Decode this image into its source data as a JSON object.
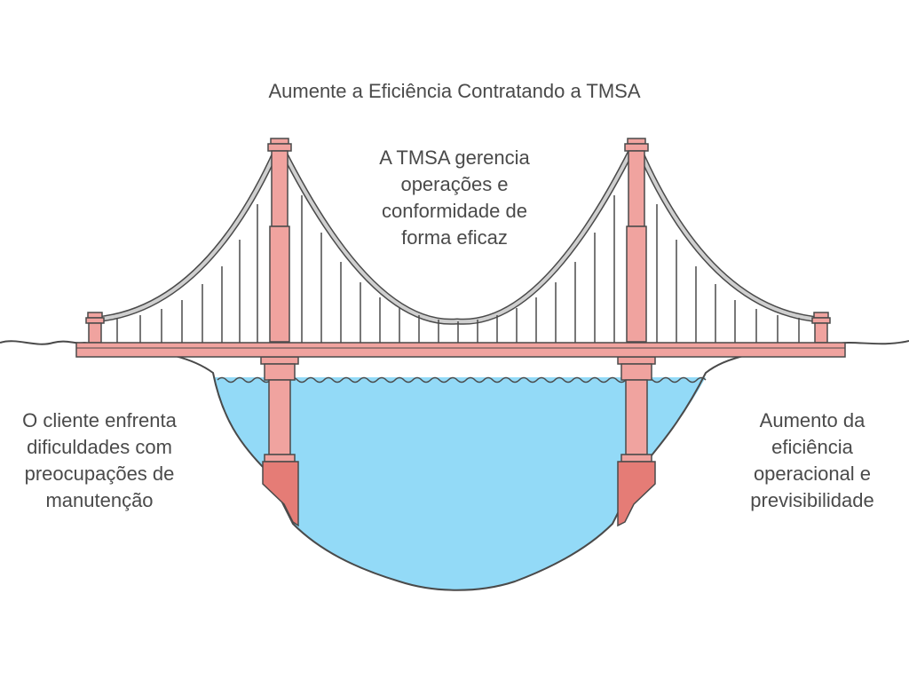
{
  "diagram": {
    "title": "Aumente a Eficiência Contratando a TMSA",
    "center_text": "A TMSA gerencia\noperações e\nconformidade de\nforma eficaz",
    "left_text": "O cliente enfrenta\ndificuldades com\npreocupações de\nmanutenção",
    "right_text": "Aumento da\neficiência\noperacional e\nprevisibilidade"
  },
  "colors": {
    "tower": "#f0a39f",
    "tower_dark": "#e57c76",
    "water": "#93daf7",
    "outline": "#4a4a4a",
    "cable": "#c8c8c8"
  }
}
